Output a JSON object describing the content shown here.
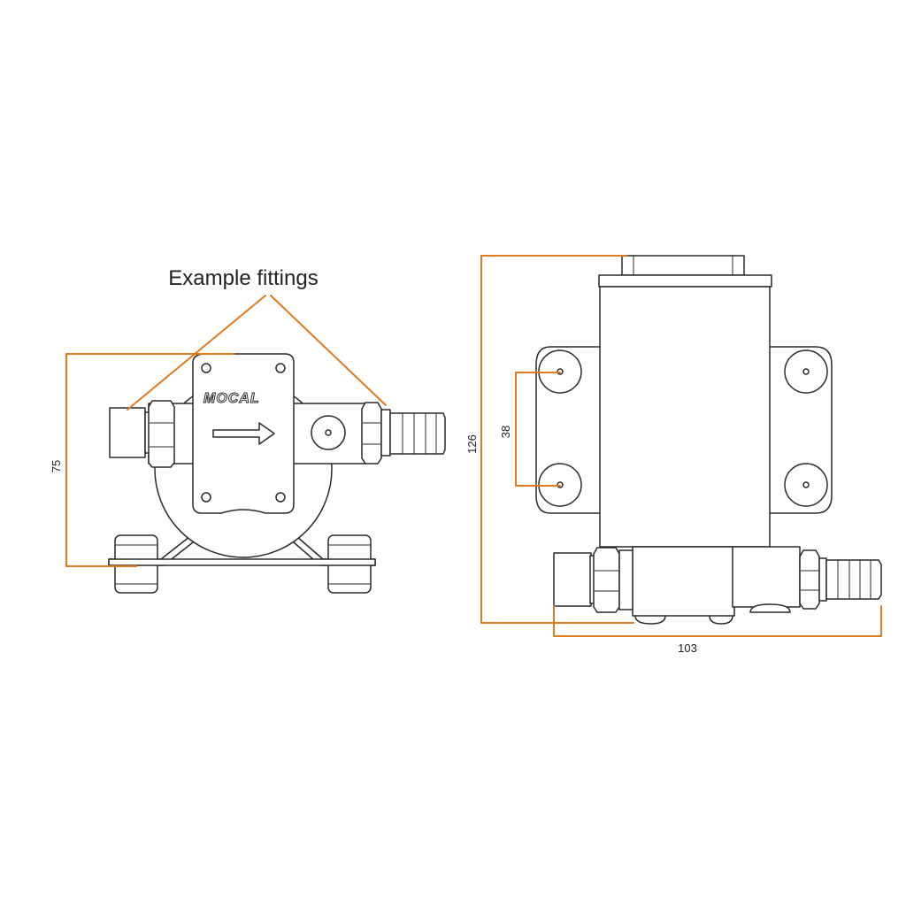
{
  "annotation": {
    "example_fittings": "Example fittings"
  },
  "front_view": {
    "brand": "MOCAL",
    "dim_height": "75"
  },
  "side_view": {
    "dim_total_height": "126",
    "dim_mount_spacing": "38",
    "dim_width": "103"
  },
  "colors": {
    "dimension": "#e07a1f",
    "outline": "#2a2a2a",
    "background": "#ffffff"
  }
}
